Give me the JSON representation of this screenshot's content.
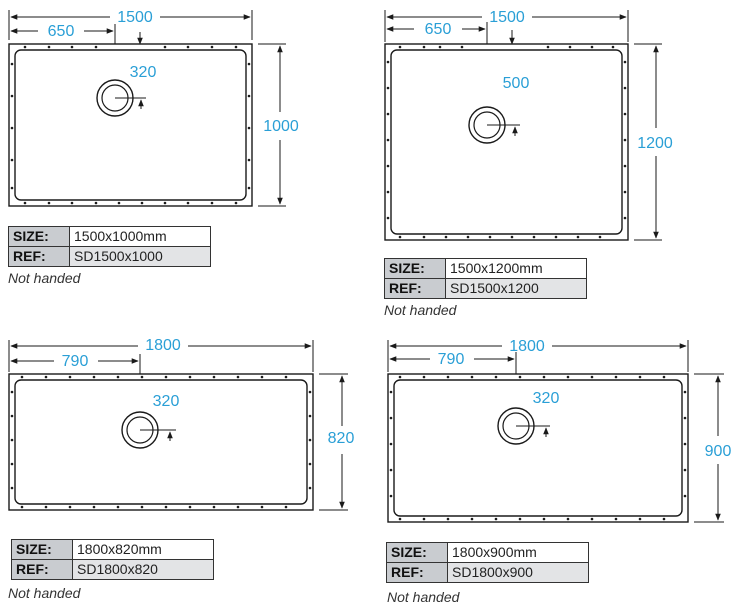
{
  "colors": {
    "dimension": "#2a9fd6",
    "outline": "#1a1a1a",
    "label_bg": "#c9ccd0",
    "ref_bg": "#e3e4e6"
  },
  "labels": {
    "size_key": "SIZE:",
    "ref_key": "REF:",
    "note": "Not handed"
  },
  "trays": [
    {
      "width": "1500",
      "length": "1000",
      "waste_offset": "650",
      "waste_depth": "320",
      "size": "1500x1000mm",
      "ref": "SD1500x1000"
    },
    {
      "width": "1500",
      "length": "1200",
      "waste_offset": "650",
      "waste_depth": "500",
      "size": "1500x1200mm",
      "ref": "SD1500x1200"
    },
    {
      "width": "1800",
      "length": "820",
      "waste_offset": "790",
      "waste_depth": "320",
      "size": "1800x820mm",
      "ref": "SD1800x820"
    },
    {
      "width": "1800",
      "length": "900",
      "waste_offset": "790",
      "waste_depth": "320",
      "size": "1800x900mm",
      "ref": "SD1800x900"
    }
  ]
}
